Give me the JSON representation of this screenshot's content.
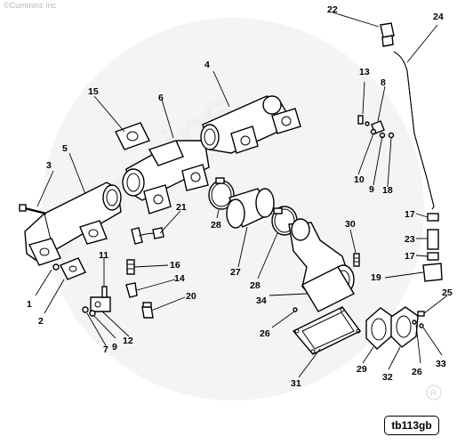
{
  "copyright": "©Cummins Inc",
  "watermark": "Cummins",
  "figure_id": "tb113gb",
  "callouts": [
    {
      "label": "1"
    },
    {
      "label": "2"
    },
    {
      "label": "3"
    },
    {
      "label": "4"
    },
    {
      "label": "5"
    },
    {
      "label": "6"
    },
    {
      "label": "7"
    },
    {
      "label": "8"
    },
    {
      "label": "9"
    },
    {
      "label": "9"
    },
    {
      "label": "10"
    },
    {
      "label": "11"
    },
    {
      "label": "12"
    },
    {
      "label": "13"
    },
    {
      "label": "14"
    },
    {
      "label": "15"
    },
    {
      "label": "16"
    },
    {
      "label": "17"
    },
    {
      "label": "17"
    },
    {
      "label": "18"
    },
    {
      "label": "19"
    },
    {
      "label": "20"
    },
    {
      "label": "21"
    },
    {
      "label": "22"
    },
    {
      "label": "23"
    },
    {
      "label": "24"
    },
    {
      "label": "25"
    },
    {
      "label": "26"
    },
    {
      "label": "26"
    },
    {
      "label": "27"
    },
    {
      "label": "28"
    },
    {
      "label": "28"
    },
    {
      "label": "29"
    },
    {
      "label": "30"
    },
    {
      "label": "31"
    },
    {
      "label": "32"
    },
    {
      "label": "33"
    },
    {
      "label": "34"
    }
  ]
}
